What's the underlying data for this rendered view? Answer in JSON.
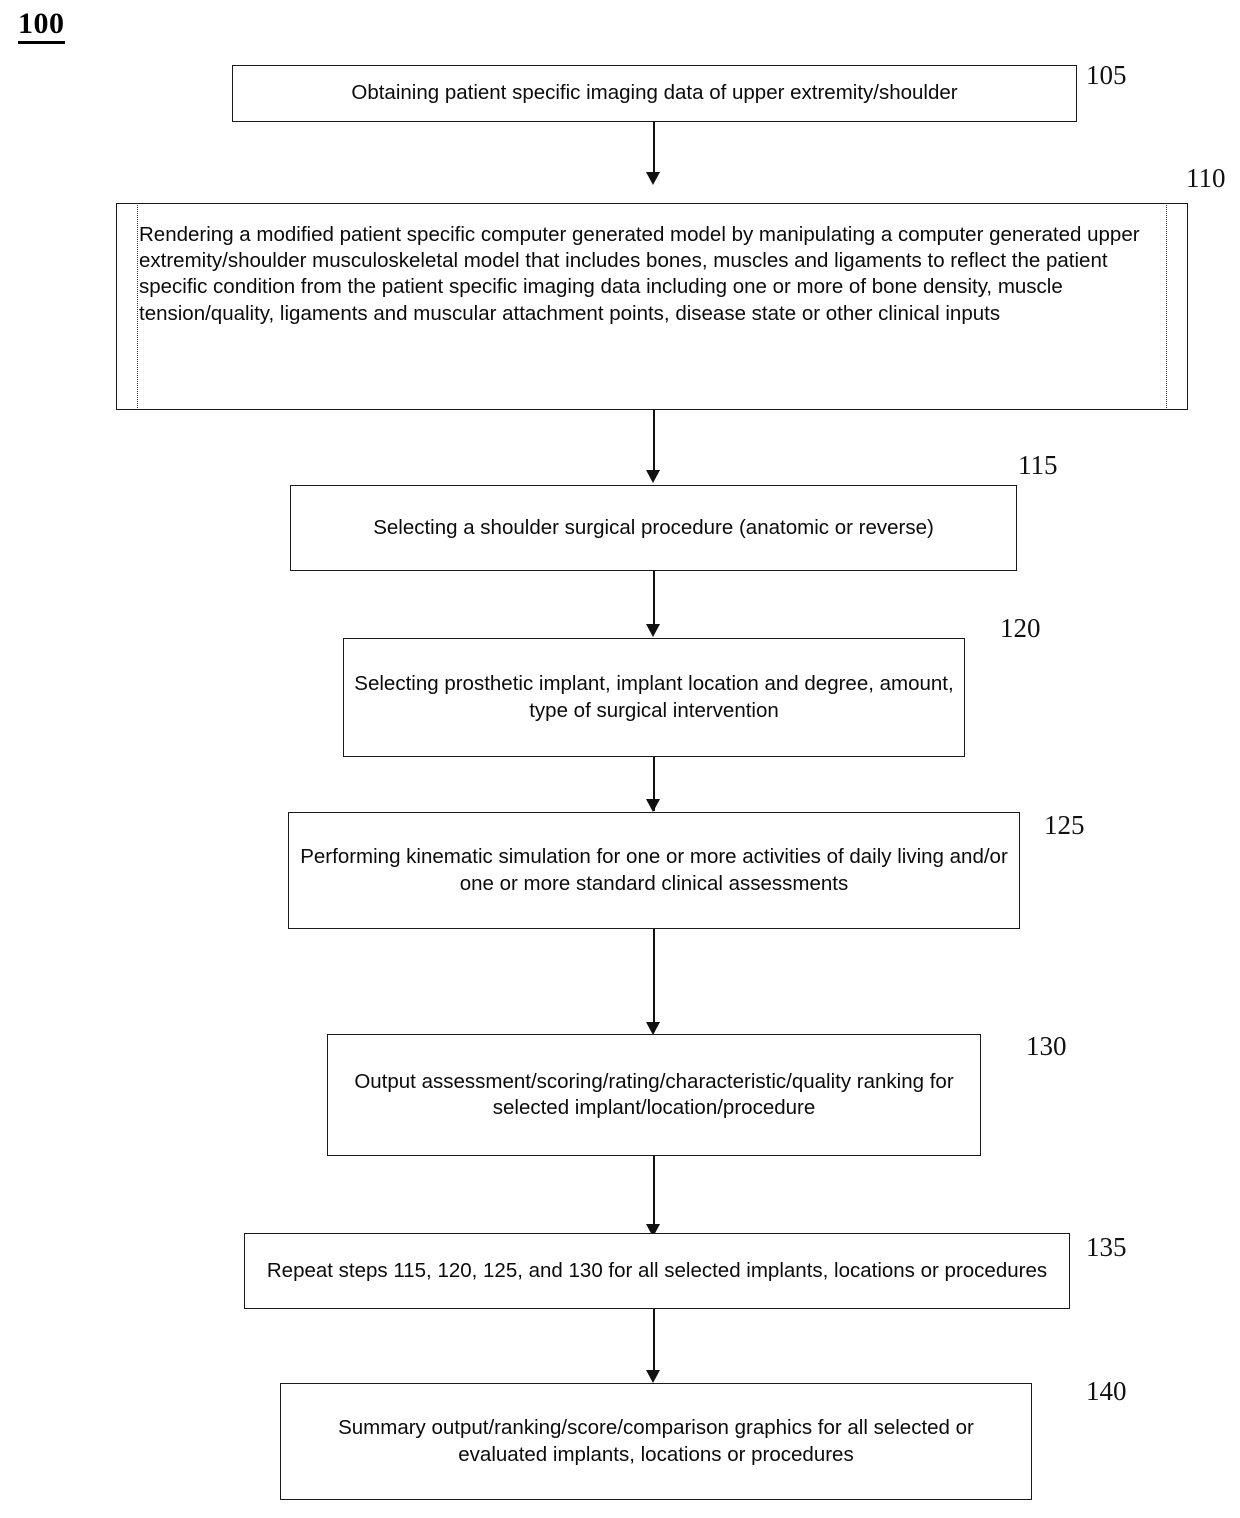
{
  "figure": {
    "number": "100"
  },
  "nodes": [
    {
      "ref": "105",
      "text": "Obtaining patient specific imaging data of upper extremity/shoulder"
    },
    {
      "ref": "110",
      "text": "Rendering a modified patient specific computer generated model by manipulating a computer generated upper extremity/shoulder musculoskeletal model that includes bones, muscles and ligaments to reflect the patient specific condition from the patient specific imaging data including one or more of bone density, muscle tension/quality, ligaments and muscular attachment points, disease state or other clinical inputs"
    },
    {
      "ref": "115",
      "text": "Selecting a shoulder surgical procedure (anatomic or reverse)"
    },
    {
      "ref": "120",
      "text": "Selecting prosthetic implant, implant location and degree, amount, type of surgical intervention"
    },
    {
      "ref": "125",
      "text": "Performing kinematic simulation for one or more activities of daily living and/or one or more standard clinical assessments"
    },
    {
      "ref": "130",
      "text": "Output assessment/scoring/rating/characteristic/quality ranking for selected implant/location/procedure"
    },
    {
      "ref": "135",
      "text": "Repeat steps 115, 120, 125, and 130 for all selected implants, locations or procedures"
    },
    {
      "ref": "140",
      "text": "Summary output/ranking/score/comparison graphics for all selected or evaluated implants, locations or procedures"
    }
  ],
  "colors": {
    "ink": "#111111",
    "page": "#ffffff"
  }
}
